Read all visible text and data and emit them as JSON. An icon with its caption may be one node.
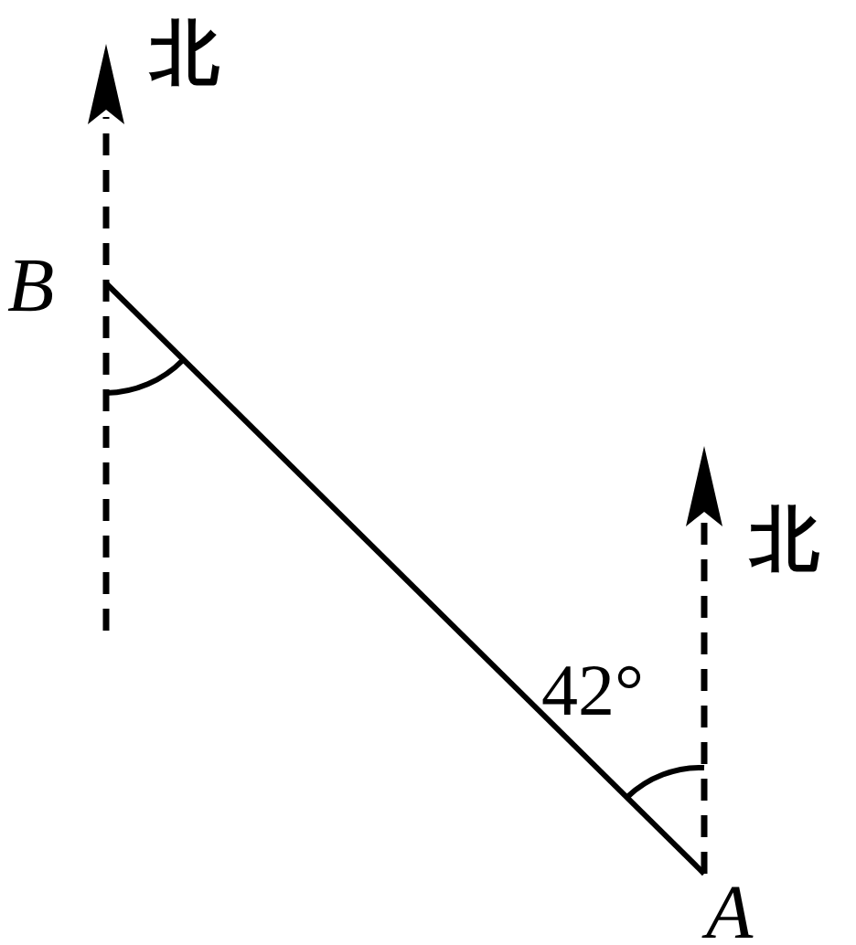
{
  "diagram": {
    "nodes": [
      {
        "text": [
          "B"
        ]
      },
      {
        "text": [
          "A"
        ]
      }
    ],
    "edges": [
      {
        "from": 0,
        "to": 1,
        "arrow": "none"
      }
    ],
    "labels": [
      "北",
      "北",
      "42°"
    ]
  }
}
